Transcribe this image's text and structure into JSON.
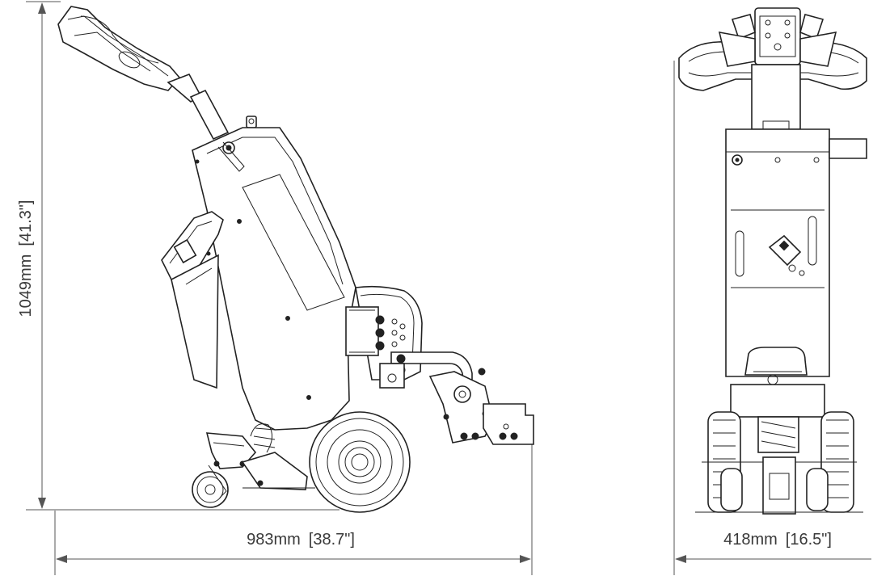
{
  "dimensions": {
    "height": {
      "mm": "1049mm",
      "inch": "[41.3\"]"
    },
    "side_length": {
      "mm": "983mm",
      "inch": "[38.7\"]"
    },
    "front_width": {
      "mm": "418mm",
      "inch": "[16.5\"]"
    }
  },
  "colors": {
    "line": "#222222",
    "dimension": "#555555",
    "text": "#3a3a3a",
    "background": "#ffffff"
  }
}
